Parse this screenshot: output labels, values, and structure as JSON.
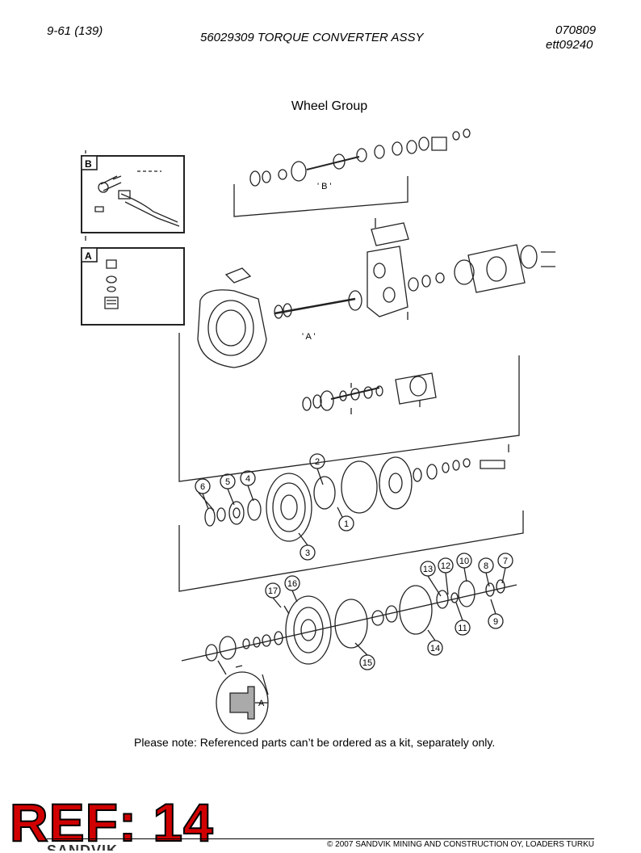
{
  "header": {
    "page": "9-61 (139)",
    "title": "56029309 TORQUE CONVERTER ASSY",
    "date": "070809",
    "doc_id": "ett09240"
  },
  "diagram": {
    "title": "Wheel Group",
    "detail_b_label": "B",
    "detail_a_label": "A",
    "ref_b": "' B '",
    "ref_a": "' A '",
    "ref_a2": "A",
    "callouts": [
      "1",
      "2",
      "3",
      "4",
      "5",
      "6",
      "7",
      "8",
      "9",
      "10",
      "11",
      "12",
      "13",
      "14",
      "15",
      "16",
      "17"
    ]
  },
  "note": "Please note: Referenced parts can’t be ordered as a kit, separately only.",
  "ref_stamp": "REF: 14",
  "footer": {
    "copyright": "© 2007 SANDVIK MINING AND CONSTRUCTION OY, LOADERS TURKU",
    "brand": "SANDVIK"
  }
}
